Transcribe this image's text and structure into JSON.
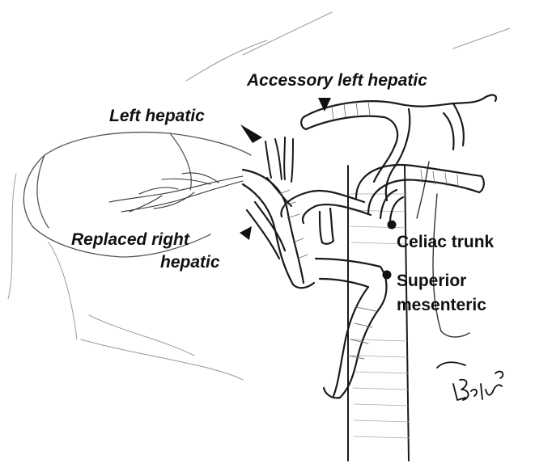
{
  "labels": {
    "accessory_left_hepatic": "Accessory left hepatic",
    "left_hepatic": "Left hepatic",
    "replaced_right_hepatic_line1": "Replaced right",
    "replaced_right_hepatic_line2": "hepatic",
    "celiac_trunk": "Celiac trunk",
    "superior_mesenteric_line1": "Superior",
    "superior_mesenteric_line2": "mesenteric"
  },
  "signature": "Szelv",
  "colors": {
    "ink": "#111111",
    "paper": "#ffffff"
  }
}
